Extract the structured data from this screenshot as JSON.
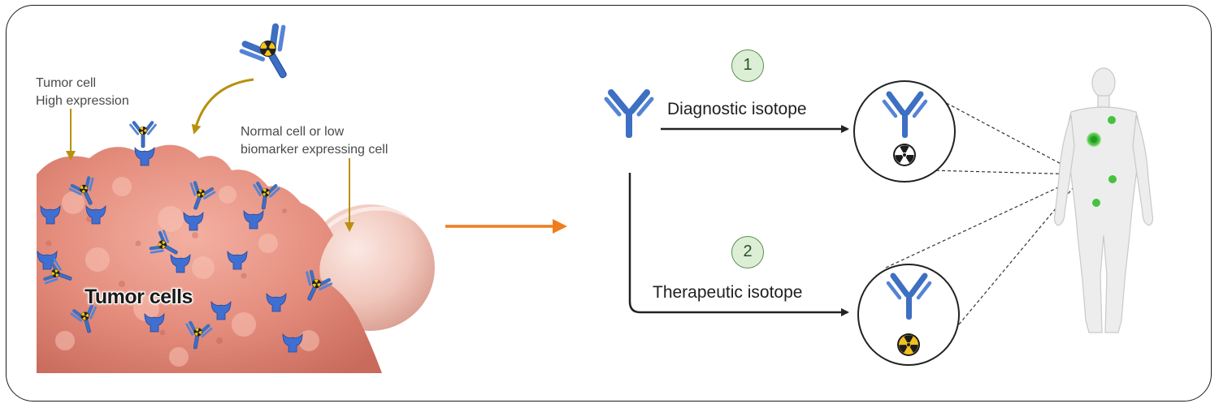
{
  "labels": {
    "tumor_cell_line1": "Tumor cell",
    "tumor_cell_line2": "High expression",
    "normal_cell_line1": "Normal cell or low",
    "normal_cell_line2": "biomarker expressing cell",
    "tumor_cells": "Tumor cells",
    "diagnostic": "Diagnostic isotope",
    "therapeutic": "Therapeutic isotope",
    "step1": "1",
    "step2": "2"
  },
  "colors": {
    "antibody": "#3d6fc2",
    "antibody_dark": "#23489a",
    "tissue": "#e58f7f",
    "arrow_orange": "#f07c1e",
    "arrow_gold": "#b8900e",
    "diagnostic_symbol": "#1c1c1c",
    "therapeutic_symbol": "#f0c020",
    "hotspot": "#3fbf3a"
  }
}
